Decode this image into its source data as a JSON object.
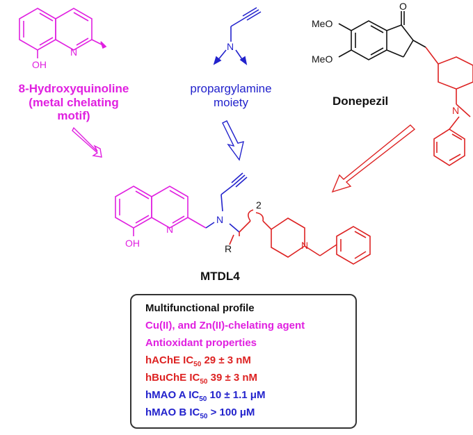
{
  "colors": {
    "chelator": "#e020e0",
    "propargyl": "#2222cc",
    "donepezil": "#dd2222",
    "text": "#111111"
  },
  "labels": {
    "hq_title": [
      "8-Hydroxyquinoline",
      "(metal chelating",
      "motif)"
    ],
    "prop_title": [
      "propargylamine",
      "moiety"
    ],
    "donepezil": "Donepezil",
    "mtdl": "MTDL4"
  },
  "atoms": {
    "oh": "OH",
    "n": "N",
    "meo": "MeO",
    "o": "O",
    "r": "R",
    "two": "2"
  },
  "profile": {
    "title": "Multifunctional profile",
    "chelation": "Cu(II), and Zn(II)-chelating agent",
    "antioxidant": "Antioxidant properties",
    "ache": {
      "pre": "hAChE IC",
      "sub": "50",
      "post": " 29 ± 3 nM"
    },
    "buche": {
      "pre": "hBuChE IC",
      "sub": "50",
      "post": " 39  ± 3 nM"
    },
    "maoa": {
      "pre": "hMAO A IC",
      "sub": "50",
      "post": " 10 ± 1.1 μM"
    },
    "maob": {
      "pre": "hMAO B IC",
      "sub": "50",
      "post": " >  100 μM"
    }
  }
}
